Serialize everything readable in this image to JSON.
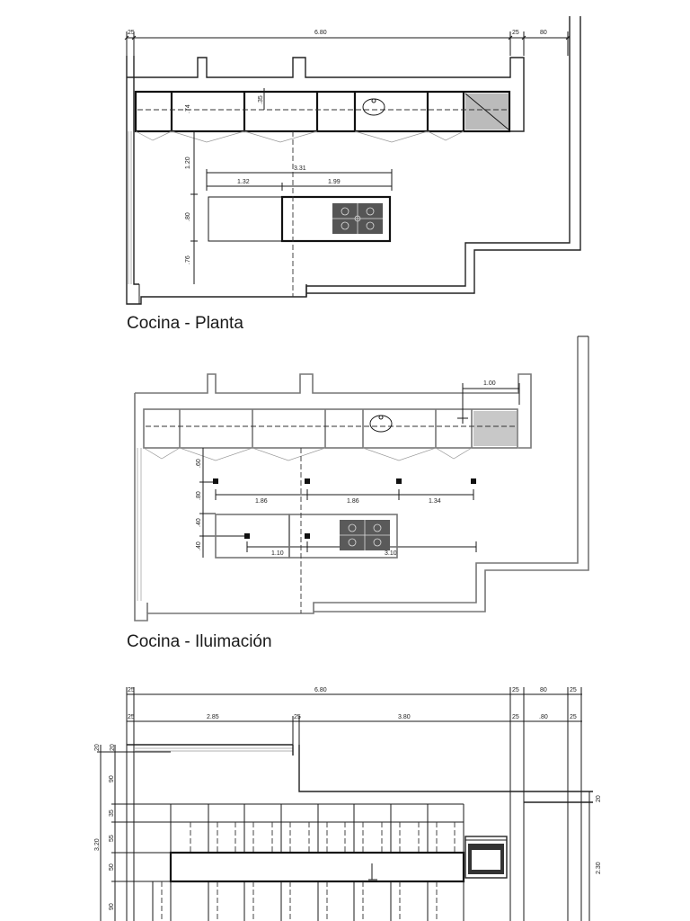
{
  "captions": {
    "plan": "Cocina - Planta",
    "lighting": "Cocina - Iluimación"
  },
  "plan_dims": {
    "d25a": "25",
    "total": "6.80",
    "d25b": "25",
    "d80": "80",
    "d35": ".35",
    "d74": ".74",
    "d120": "1.20",
    "d331": "3.31",
    "d132": "1.32",
    "d199": "1.99",
    "d80v": ".80",
    "d76": ".76"
  },
  "light_dims": {
    "d100": "1.00",
    "d60": ".60",
    "d80": ".80",
    "d40a": ".40",
    "d40b": ".40",
    "d186a": "1.86",
    "d186b": "1.86",
    "d134": "1.34",
    "d110": "1.10",
    "d310": "3.10"
  },
  "elev_dims": {
    "d25a": "25",
    "total": "6.80",
    "d25b": "25",
    "d80": "80",
    "d25c": "25",
    "d25d": "25",
    "d285": "2.85",
    "d25e": "25",
    "d380": "3.80",
    "d25f": "25",
    "d80b": ".80",
    "d25g": "25",
    "d20a": "20",
    "d20b": "20",
    "d320": "3.20",
    "d90a": "90",
    "d35": "35",
    "d55": "55",
    "d50": "50",
    "d90b": "90",
    "d230": "2.30",
    "d20r": "20"
  }
}
